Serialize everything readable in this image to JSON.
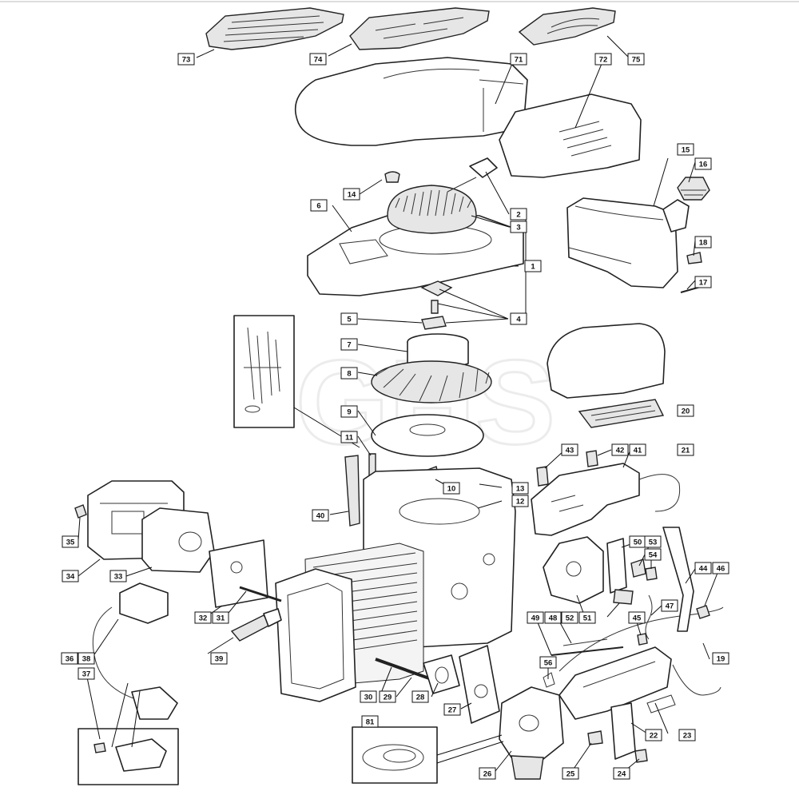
{
  "diagram": {
    "watermark": "GHS",
    "callouts": [
      "73",
      "74",
      "71",
      "72",
      "75",
      "15",
      "16",
      "18",
      "17",
      "14",
      "2",
      "3",
      "6",
      "1",
      "4",
      "5",
      "7",
      "8",
      "9",
      "20",
      "21",
      "11",
      "10",
      "13",
      "12",
      "40",
      "43",
      "42",
      "41",
      "35",
      "34",
      "33",
      "32",
      "31",
      "50",
      "53",
      "54",
      "44",
      "46",
      "52",
      "51",
      "47",
      "45",
      "49",
      "48",
      "19",
      "36",
      "38",
      "37",
      "39",
      "30",
      "29",
      "28",
      "56",
      "27",
      "22",
      "23",
      "81",
      "26",
      "25",
      "24"
    ],
    "parts": [
      "air-filter-cover-73",
      "shroud-panel-74",
      "vent-cover-75",
      "engine-cover-71",
      "side-cover-72",
      "fuel-tank-15",
      "fuel-cap-16",
      "starter-housing-6",
      "recoil-starter-3",
      "starter-handle-2",
      "flywheel-9",
      "fan-8",
      "air-filter-housing-20",
      "air-filter-element-21",
      "muffler-34",
      "muffler-shield-33",
      "ignition-coil-36",
      "spark-plug-39",
      "engine-block",
      "cylinder-head",
      "carburetor-26",
      "throttle-control-41",
      "fuel-line-19",
      "intake-manifold-22",
      "gasket-kit-81",
      "tool-inset"
    ]
  }
}
